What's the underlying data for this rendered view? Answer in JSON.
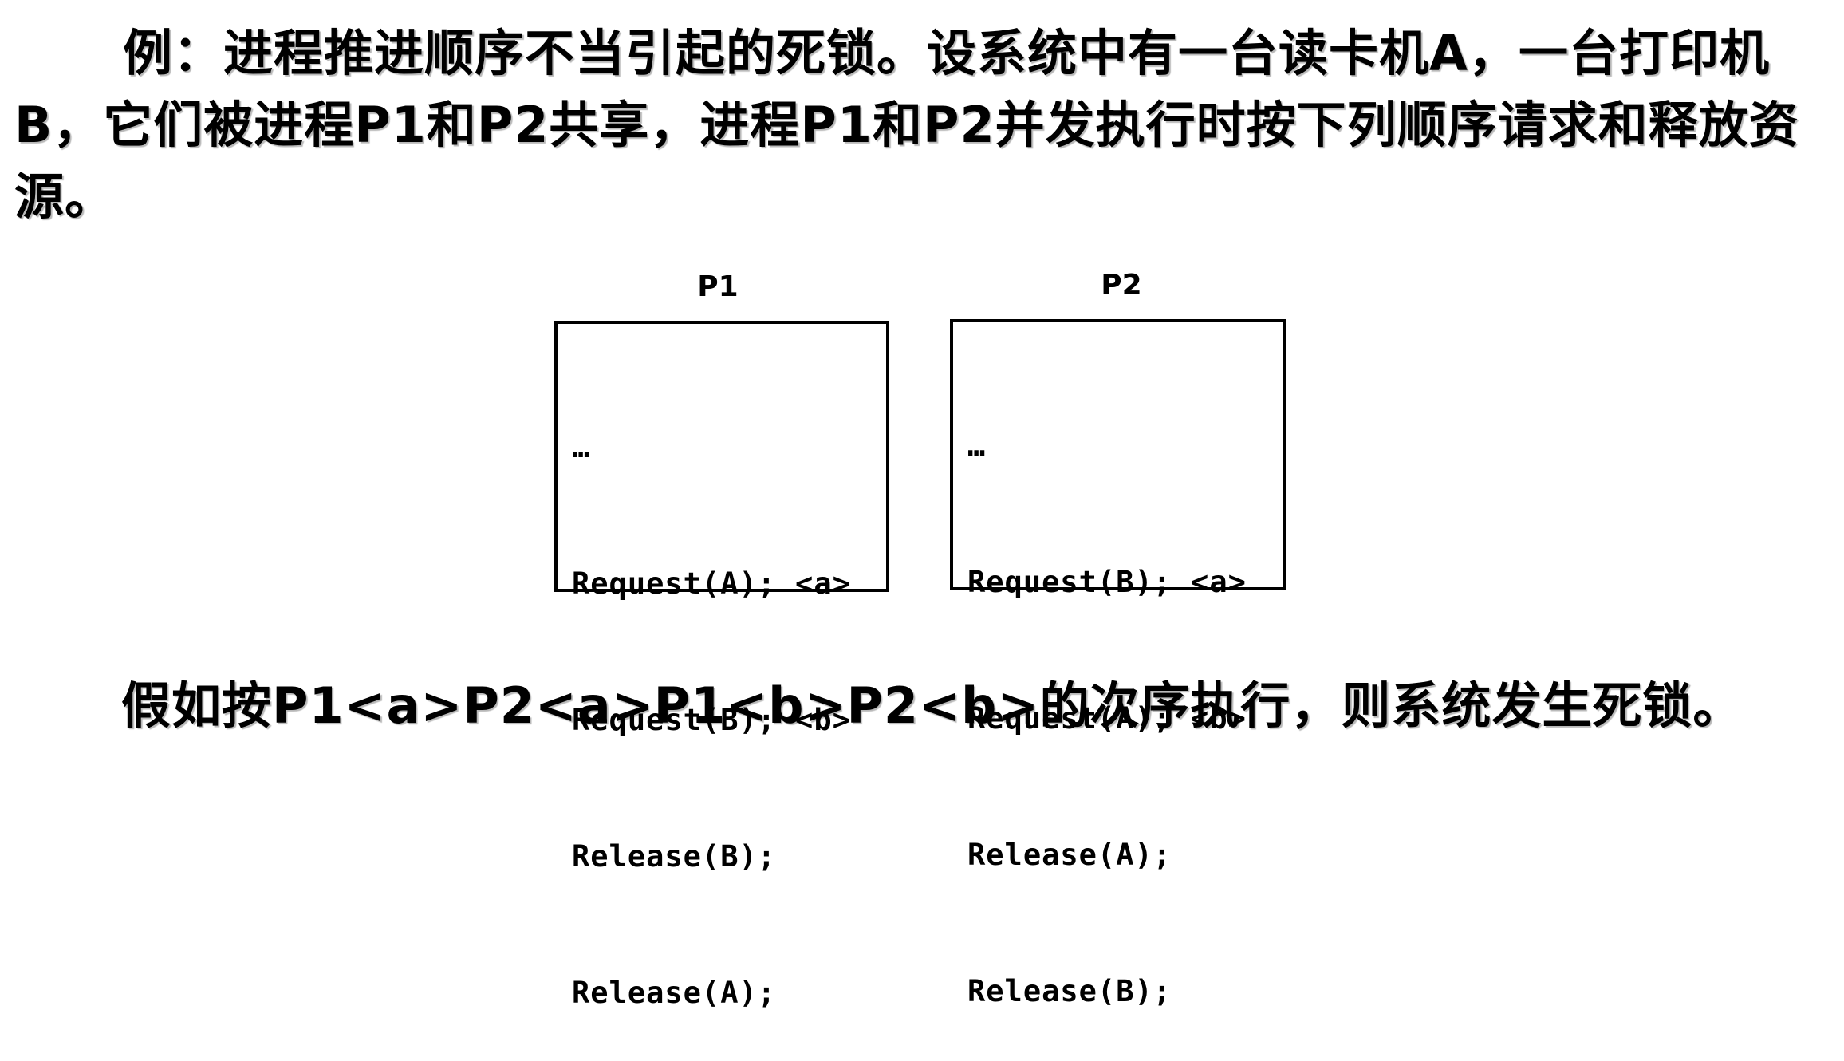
{
  "intro_text": "例：进程推进顺序不当引起的死锁。设系统中有一台读卡机A，一台打印机B，它们被进程P1和P2共享，进程P1和P2并发执行时按下列顺序请求和释放资源。",
  "processes": [
    {
      "name": "P1",
      "lines": [
        {
          "code": "…",
          "mark": ""
        },
        {
          "code": "Request(A);",
          "mark": "<a>"
        },
        {
          "code": "Request(B);",
          "mark": "<b>"
        },
        {
          "code": "Release(B);",
          "mark": ""
        },
        {
          "code": "Release(A);",
          "mark": ""
        }
      ]
    },
    {
      "name": "P2",
      "lines": [
        {
          "code": "…",
          "mark": ""
        },
        {
          "code": "Request(B);",
          "mark": "<a>"
        },
        {
          "code": "Request(A);",
          "mark": "<b>"
        },
        {
          "code": "Release(A);",
          "mark": ""
        },
        {
          "code": "Release(B);",
          "mark": ""
        }
      ]
    }
  ],
  "conclusion_text": "假如按P1<a>P2<a>P1<b>P2<b>的次序执行，则系统发生死锁。"
}
